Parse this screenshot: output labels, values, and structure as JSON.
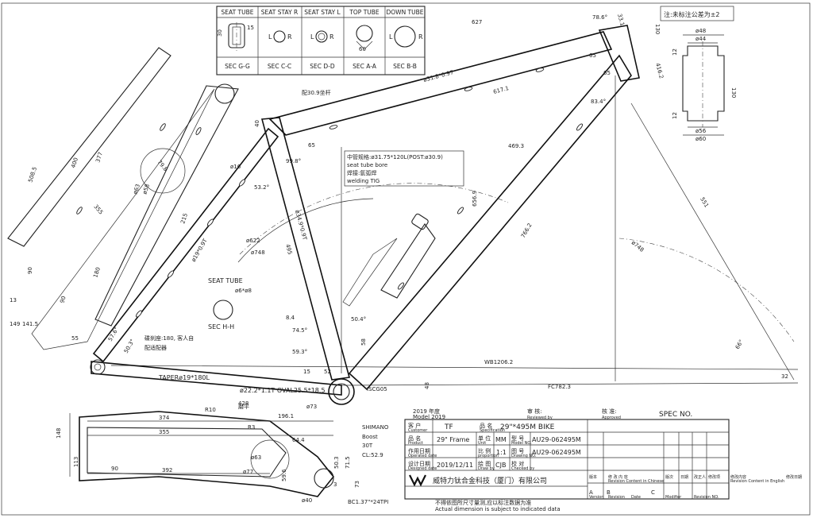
{
  "note_tolerance": "注:未标注公差为±2",
  "sections": [
    {
      "header": "SEAT TUBE",
      "label": "SEC G-G"
    },
    {
      "header": "SEAT STAY R",
      "label": "SEC C-C"
    },
    {
      "header": "SEAT STAY L",
      "label": "SEC D-D"
    },
    {
      "header": "TOP TUBE",
      "label": "SEC A-A"
    },
    {
      "header": "DOWN TUBE",
      "label": "SEC B-B"
    }
  ],
  "section_dims": {
    "g_30": "30",
    "g_15": "15",
    "a_60": "60"
  },
  "section_letters": {
    "L": "L",
    "R": "R"
  },
  "section_h": {
    "title": "SEAT TUBE",
    "dims": "ø6*ø8",
    "label": "SEC H-H"
  },
  "headtube_detail": {
    "d48": "ø48",
    "d44": "ø44",
    "d56": "ø56",
    "d60": "ø60",
    "d12a": "12",
    "d130": "130",
    "d12b": "12"
  },
  "seatpost_note": {
    "cn": "中管规格:ø31.75*120L(POST:ø30.9)",
    "en1": "seat tube bore",
    "cn2": "焊接:氩弧焊",
    "en2": "welding TIG"
  },
  "clamp_note": "配30.9坐杆",
  "dropout_note": {
    "line1": "碟刹座:180, 客人自",
    "line2": "配适配器"
  },
  "top_labels": {
    "d627": "627",
    "d78_6": "78.6°",
    "d33_1": "33.1",
    "d130": "130",
    "d65a": "65",
    "d65b": "65",
    "d416": "416.2",
    "d83_4": "83.4°",
    "d617": "617.1",
    "tt_dia": "ø31.8*0.97",
    "d469": "469.3",
    "d656": "656.9",
    "d766": "766.2",
    "d551": "551",
    "d748a": "ø748",
    "d748b": "ø748",
    "d66": "66°",
    "d32": "32"
  },
  "left_labels": {
    "d508": "508.5",
    "d400": "400",
    "d377": "377",
    "d79_8": "79.8",
    "d63": "ø63",
    "d58": "ø58",
    "d355": "355",
    "d215": "215",
    "ss_dia": "ø19*0.9T",
    "d90a": "90",
    "d90b": "90",
    "d180": "180",
    "d141": "141.5",
    "d149": "149",
    "d13": "13",
    "d57_6": "57.6°",
    "d50_3": "50.3°",
    "d16": "ø16",
    "d53_2": "53.2°",
    "d40": "40",
    "d65": "65",
    "d99_8": "99.8°"
  },
  "center_labels": {
    "st_dia": "ø34.9*0.9T",
    "d495": "495",
    "d622": "ø622",
    "d748": "ø748",
    "d8_4": "8.4",
    "d74_5": "74.5°",
    "d59_3": "59.3°",
    "d50_4": "50.4°",
    "d58": "58",
    "d15": "15",
    "d52": "52",
    "d48": "48",
    "d73": "ø73",
    "isc": "ISCG05",
    "wb": "WB1206.2",
    "fc": "FC782.3",
    "taper": "TAPERø19*180L",
    "oval": "ø22.2*1.1T OVAL25.5*18.5",
    "d428": "428",
    "d55": "55"
  },
  "chainstay_detail": {
    "d148": "148",
    "d374": "374",
    "d355": "355",
    "d113": "113",
    "d90": "90",
    "d392": "392",
    "d40": "ø40",
    "r10": "R10",
    "r3": "R3",
    "flat": "磨平",
    "d196": "196.1",
    "d64_4": "64.4",
    "d63": "ø63",
    "d77": "ø77",
    "d59_6": "59.6",
    "d50_3": "50.3",
    "d71": "71.5",
    "d3": "3",
    "d73": "73",
    "shimano1": "SHIMANO",
    "shimano2": "Boost",
    "shimano3": "30T",
    "cl": "CL:52.9",
    "bc": "BC1.37\"*24TPI"
  },
  "title_block": {
    "year_cn": "2019 年度",
    "model_year": "Model 2019",
    "inspect_cn": "审 核:",
    "inspect_en": "Reviewed by",
    "approve_cn": "核 准:",
    "approve_en": "Approved",
    "spec": "SPEC NO.",
    "customer_cn": "客 户",
    "customer_en": "Customer",
    "customer": "TF",
    "name_cn": "品 名",
    "name_en": "Specification",
    "name": "29\"*495M  BIKE",
    "product_cn": "品 名",
    "product_en": "Product",
    "product": "29\" Frame",
    "unit_cn": "单 位",
    "unit_en": "Unit",
    "unit": "MM",
    "model_cn": "型 号",
    "model_en": "Model NO.",
    "model": "AU29-062495M",
    "operator_cn": "作用日期",
    "operator_en": "Operated date",
    "scale_cn": "比 例",
    "scale_en": "proportion",
    "scale": "1:1",
    "drawing_cn": "图 号",
    "drawing_en": "Drawing NO.",
    "drawing": "AU29-062495M",
    "design_cn": "设计日期",
    "design_en": "Designed date",
    "design_date": "2019/12/11",
    "draw_cn": "绘 图",
    "draw_en": "Draw by",
    "drawer": "CJB",
    "check_cn": "校 对",
    "check_en": "Checked by",
    "company": "威特力钛合金科技（厦门）有限公司",
    "footer_cn": "不得依图所尺寸量测,应以标注数据为准",
    "footer_en": "Actual dimension is subject to indicated data",
    "rev_headers": [
      "版本",
      "修 改 内 容",
      "Revision Content in Chinese",
      "版次",
      "日期",
      "改正人",
      "修改项",
      "修改内容",
      "Revision Content in English",
      "修改日期"
    ],
    "rev_en": [
      "Version",
      "Revision",
      "Date",
      "Modifier",
      "Revision NO."
    ],
    "rev_letters": [
      "A",
      "B",
      "C"
    ]
  }
}
